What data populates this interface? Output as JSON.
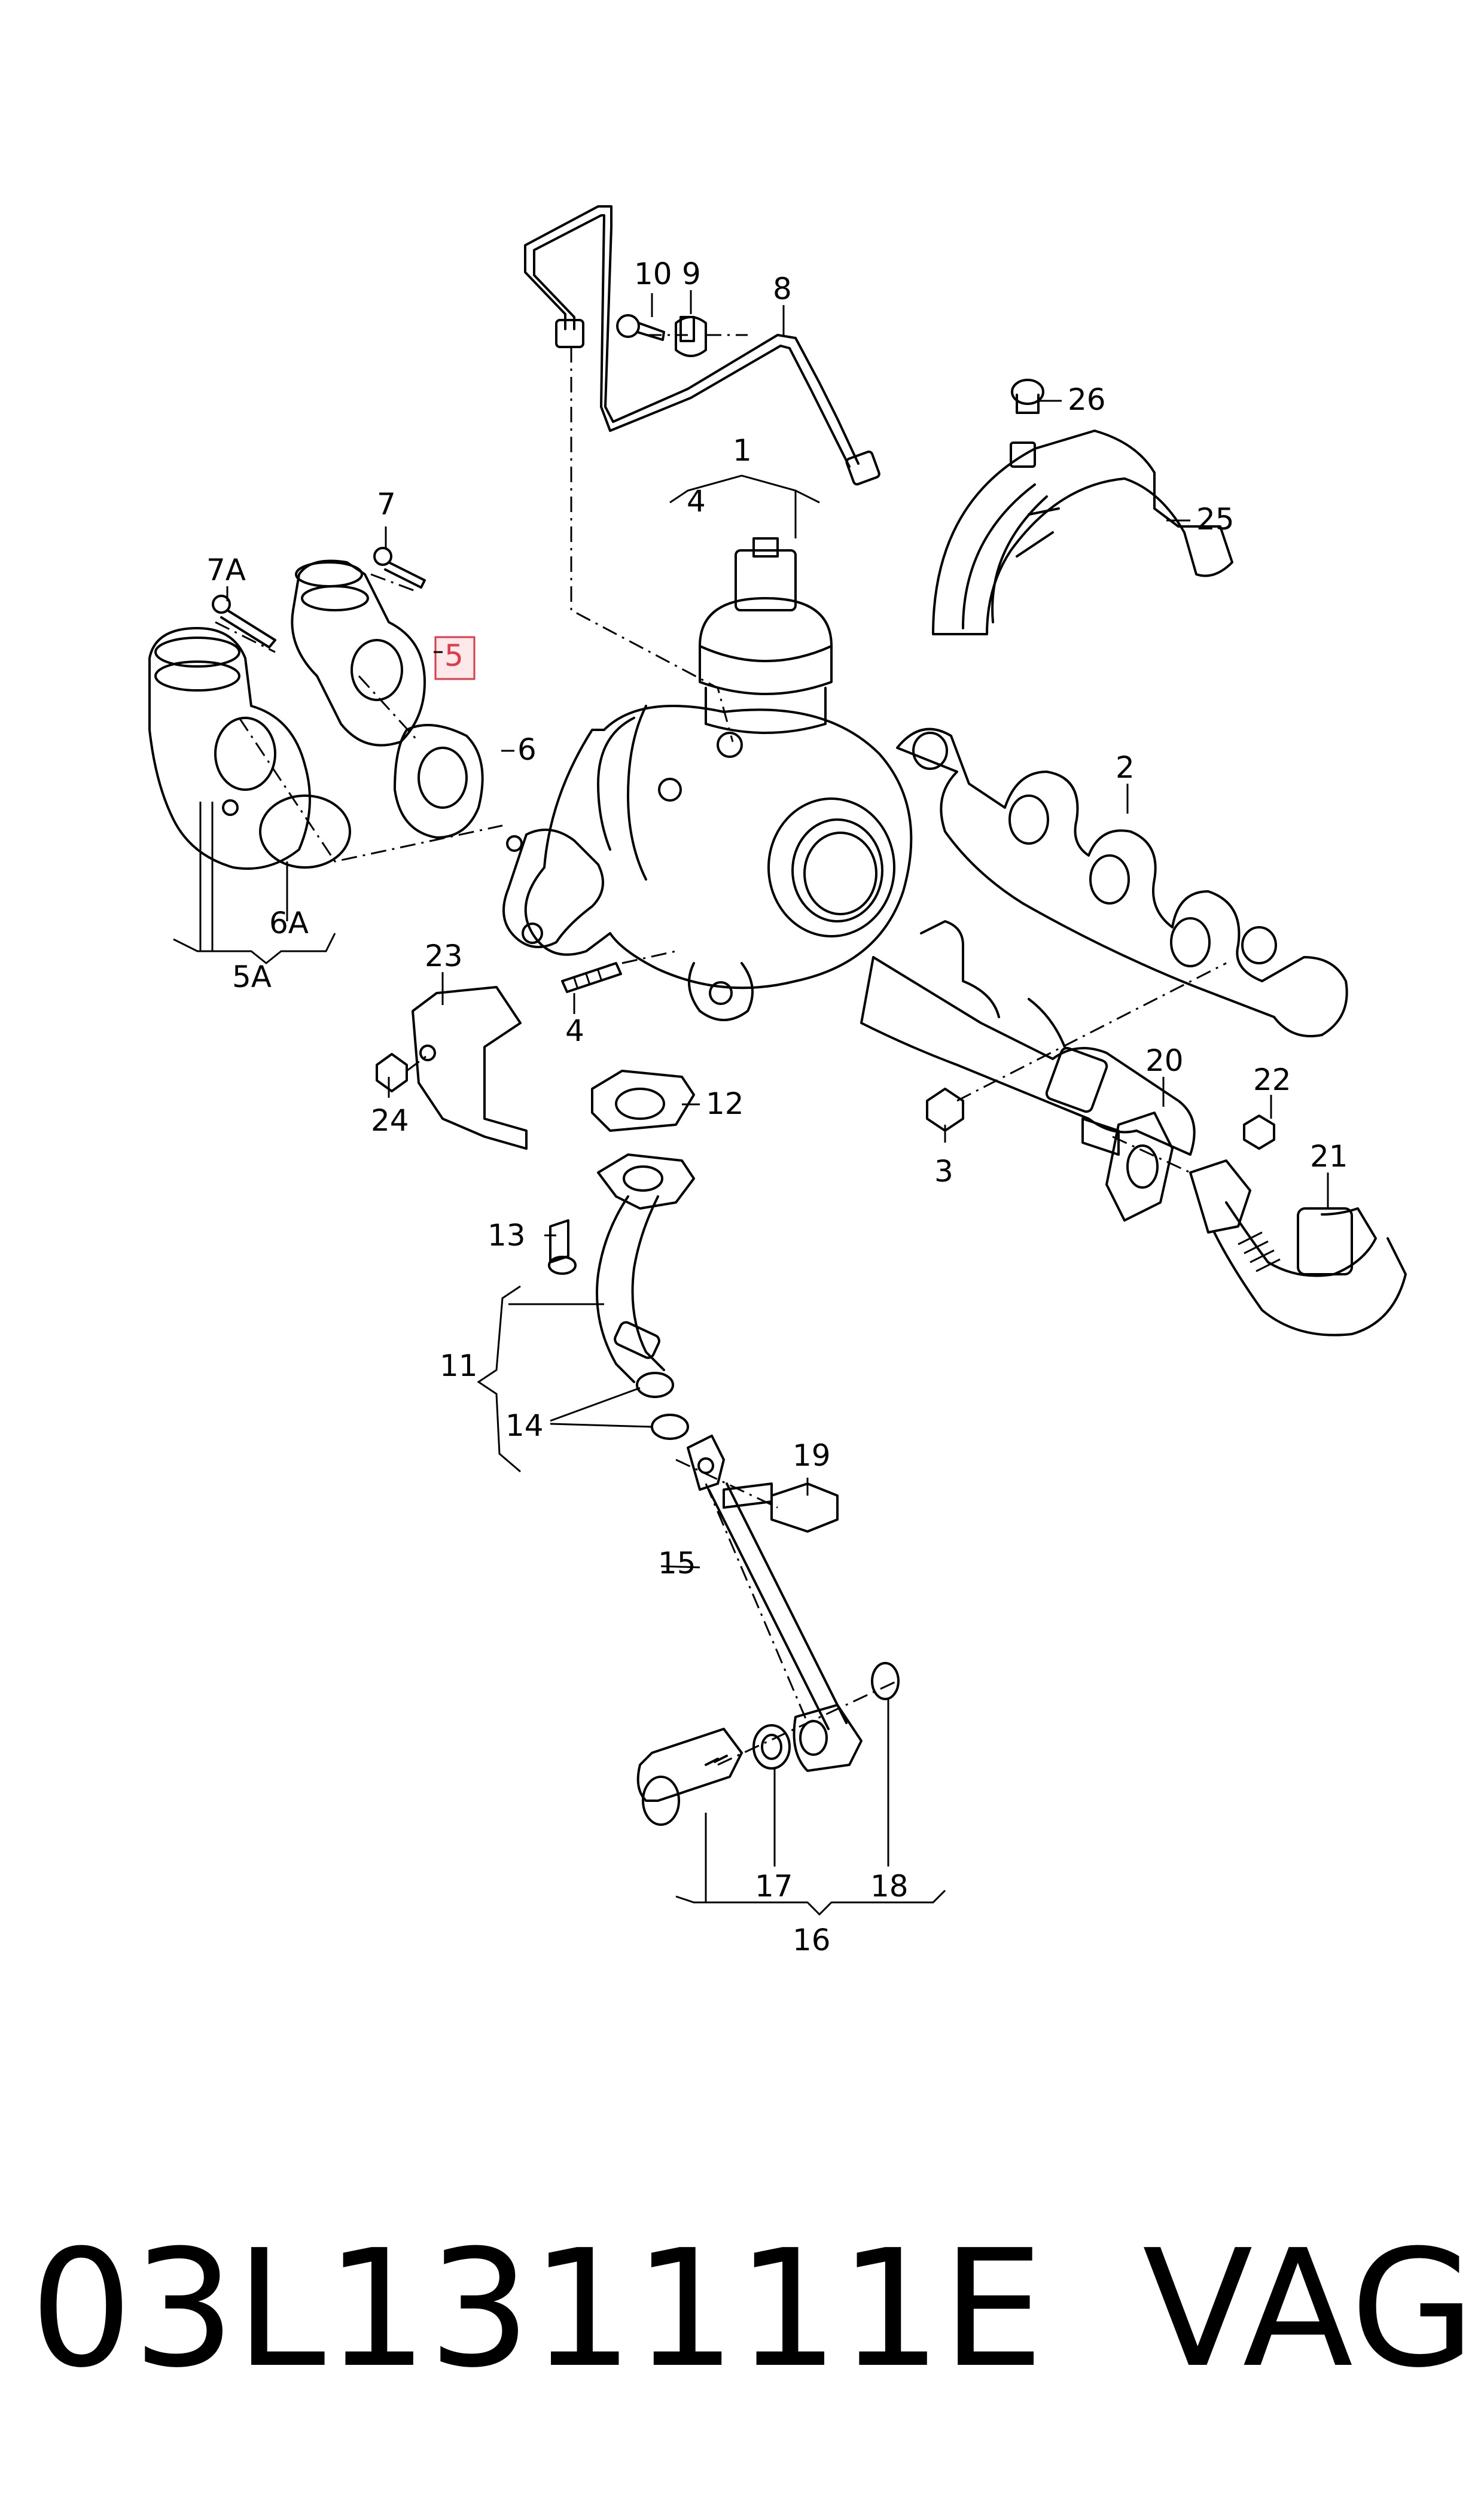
{
  "diagram": {
    "callouts": [
      "1",
      "2",
      "3",
      "4",
      "4",
      "5",
      "5A",
      "6",
      "6A",
      "7",
      "7A",
      "8",
      "9",
      "10",
      "11",
      "12",
      "13",
      "14",
      "15",
      "16",
      "17",
      "18",
      "19",
      "20",
      "21",
      "22",
      "23",
      "24",
      "25",
      "26"
    ],
    "highlighted_callout": "5",
    "highlight_color": "#e03a4a"
  },
  "caption": {
    "part_number": "03L131111E",
    "brand": "VAG"
  }
}
